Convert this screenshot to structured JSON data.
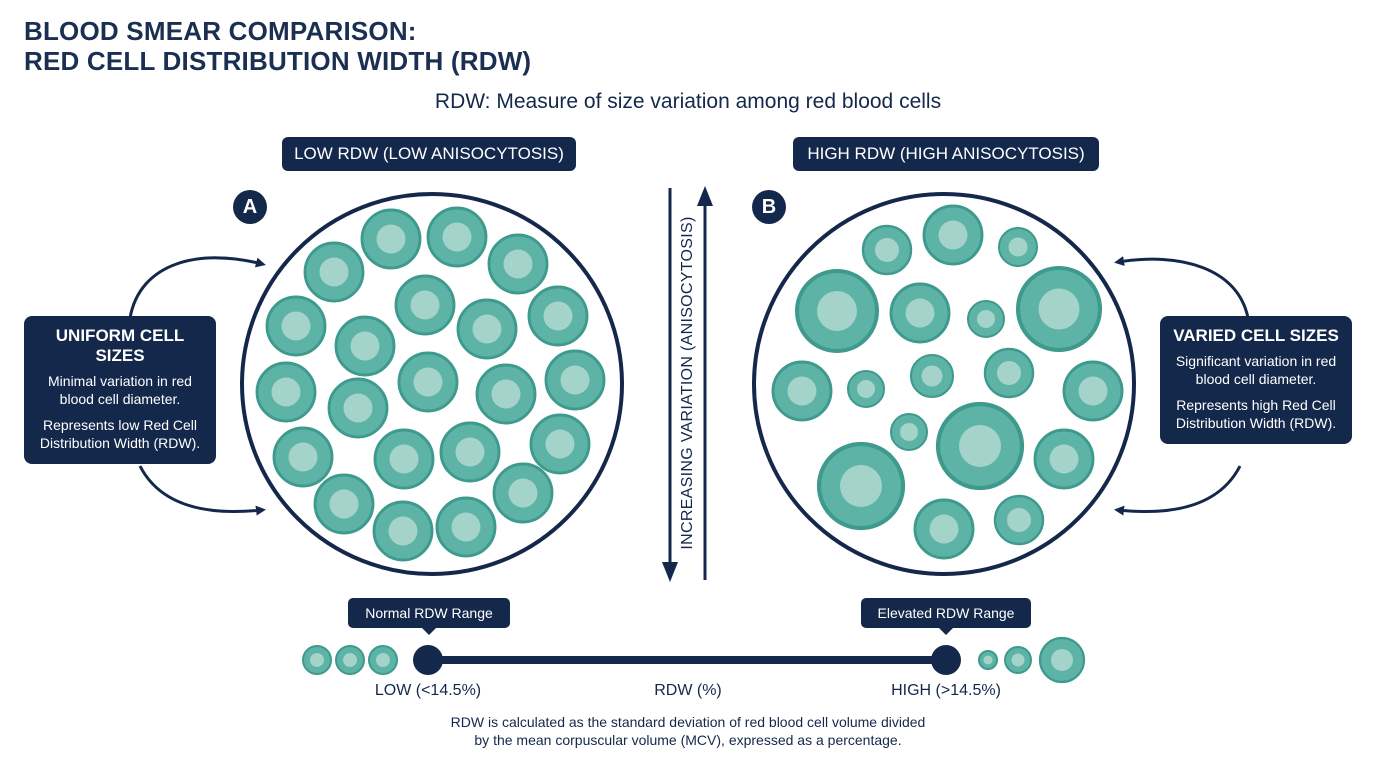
{
  "title": {
    "line1": "BLOOD SMEAR COMPARISON:",
    "line2": "RED CELL DISTRIBUTION WIDTH (RDW)"
  },
  "subtitle": "RDW: Measure of size variation among red blood cells",
  "panels": {
    "a": {
      "letter": "A",
      "label": "LOW RDW (LOW ANISOCYTOSIS)",
      "info_heading": "UNIFORM CELL SIZES",
      "info_text1": "Minimal variation in red blood cell diameter.",
      "info_text2": "Represents low Red Cell Distribution Width (RDW)."
    },
    "b": {
      "letter": "B",
      "label": "HIGH RDW (HIGH ANISOCYTOSIS)",
      "info_heading": "VARIED CELL SIZES",
      "info_text1": "Significant variation in red blood cell diameter.",
      "info_text2": "Represents high Red Cell Distribution Width (RDW)."
    }
  },
  "axis_label": "INCREASING VARIATION (ANISOCYTOSIS)",
  "scale": {
    "normal_tag": "Normal RDW Range",
    "elevated_tag": "Elevated RDW Range",
    "low_label": "LOW (<14.5%)",
    "mid_label": "RDW (%)",
    "high_label": "HIGH (>14.5%)"
  },
  "footnote": {
    "line1": "RDW is calculated as the standard deviation of red blood cell volume divided",
    "line2": "by the mean corpuscular volume (MCV), expressed as a percentage."
  },
  "colors": {
    "navy": "#14284b",
    "cell_outer": "#3e9a8c",
    "cell_ring": "#5db3a5",
    "cell_center": "#a3d3c9"
  }
}
